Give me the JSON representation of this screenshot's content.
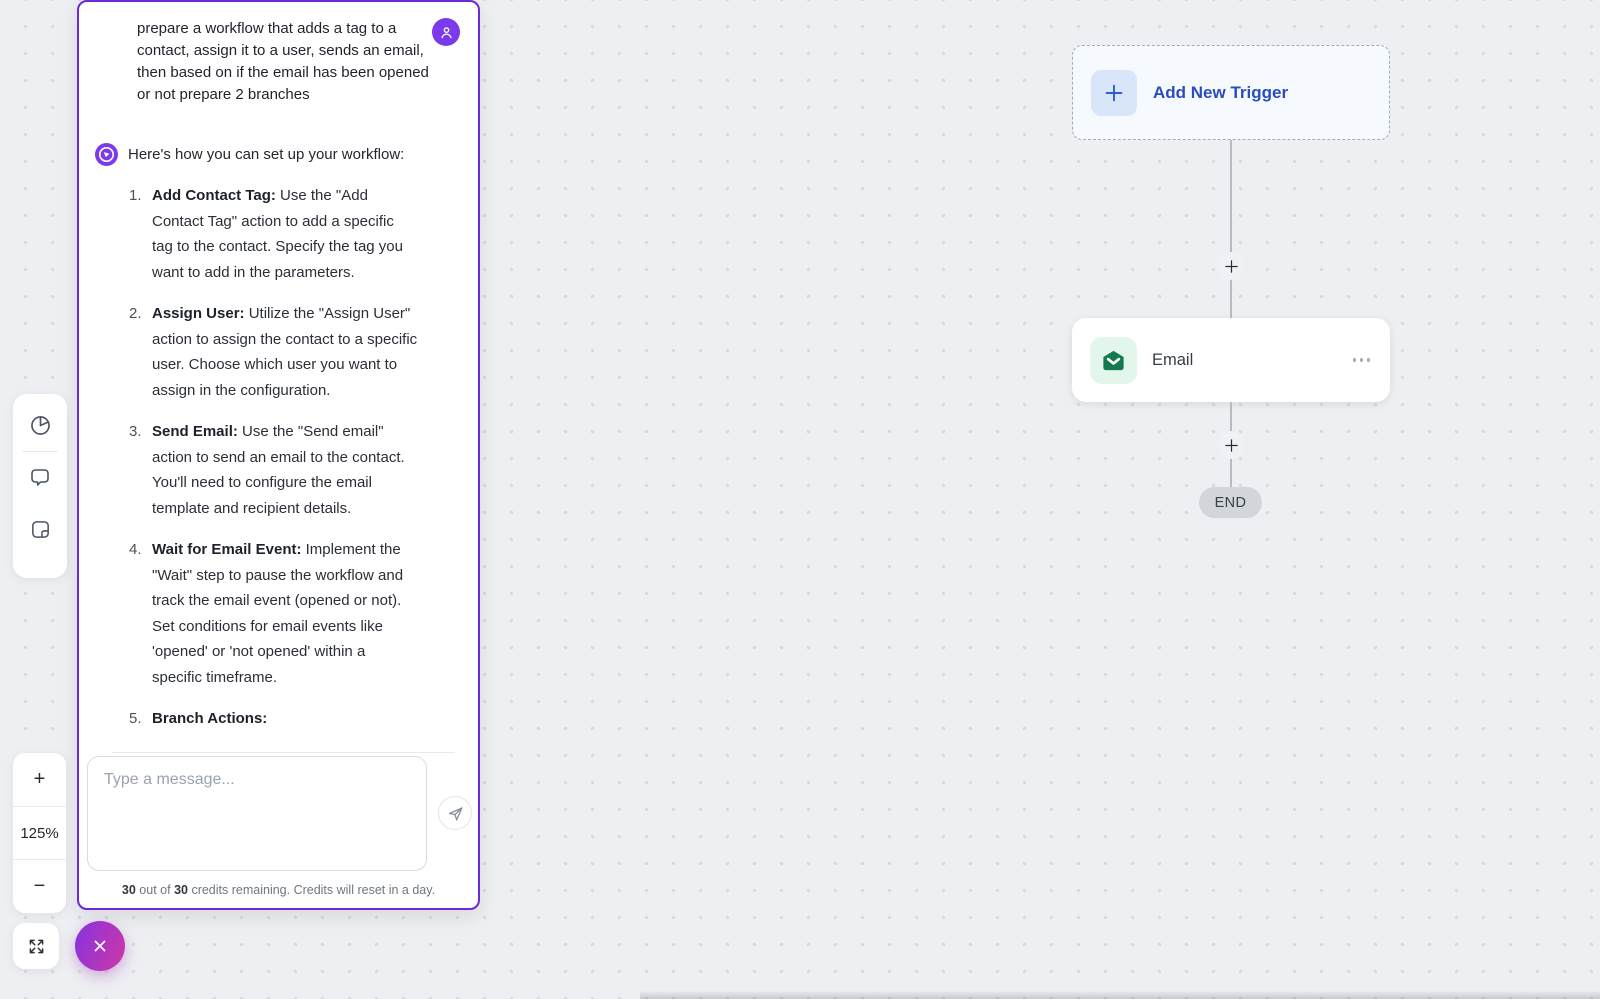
{
  "chat": {
    "user_message": "prepare a workflow that adds a tag to a contact, assign it to a user, sends an email, then based on if the email has been opened or not prepare 2 branches",
    "assistant_intro": "Here's how you can set up your workflow:",
    "steps": [
      {
        "num": "1.",
        "title": "Add Contact Tag:",
        "body": " Use the \"Add Contact Tag\" action to add a specific tag to the contact. Specify the tag you want to add in the parameters."
      },
      {
        "num": "2.",
        "title": "Assign User:",
        "body": " Utilize the \"Assign User\" action to assign the contact to a specific user. Choose which user you want to assign in the configuration."
      },
      {
        "num": "3.",
        "title": "Send Email:",
        "body": " Use the \"Send email\" action to send an email to the contact. You'll need to configure the email template and recipient details."
      },
      {
        "num": "4.",
        "title": "Wait for Email Event:",
        "body": " Implement the \"Wait\" step to pause the workflow and track the email event (opened or not). Set conditions for email events like 'opened' or 'not opened' within a specific timeframe."
      },
      {
        "num": "5.",
        "title": "Branch Actions:",
        "body": ""
      }
    ],
    "input_placeholder": "Type a message...",
    "credits": {
      "remaining": "30",
      "sep": " out of ",
      "total": "30",
      "rest": " credits remaining. Credits will reset in a day."
    }
  },
  "zoom_controls": {
    "zoom_in": "+",
    "level": "125%",
    "zoom_out": "−"
  },
  "workflow": {
    "trigger_label": "Add New Trigger",
    "email_label": "Email",
    "end_label": "END"
  },
  "colors": {
    "accent_purple": "#6d28d9",
    "avatar_purple": "#7c3aed",
    "trigger_blue": "#2a4cc0",
    "email_green": "#15794e",
    "canvas_bg": "#edeff2"
  }
}
